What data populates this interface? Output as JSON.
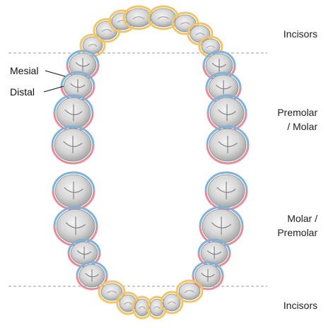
{
  "labels": {
    "upper_incisors": "Incisors",
    "upper_posterior_1": "Premolar",
    "upper_posterior_2": "/ Molar",
    "lower_posterior_1": "Molar /",
    "lower_posterior_2": "Premolar",
    "lower_incisors": "Incisors",
    "mesial": "Mesial",
    "distal": "Distal"
  },
  "colors": {
    "mesial_outline": "#e58b9a",
    "distal_outline": "#7fb2dc",
    "anterior_outline": "#f0c66a",
    "tooth_fill": "#d9d9d9",
    "divider": "#9a9a9a"
  }
}
